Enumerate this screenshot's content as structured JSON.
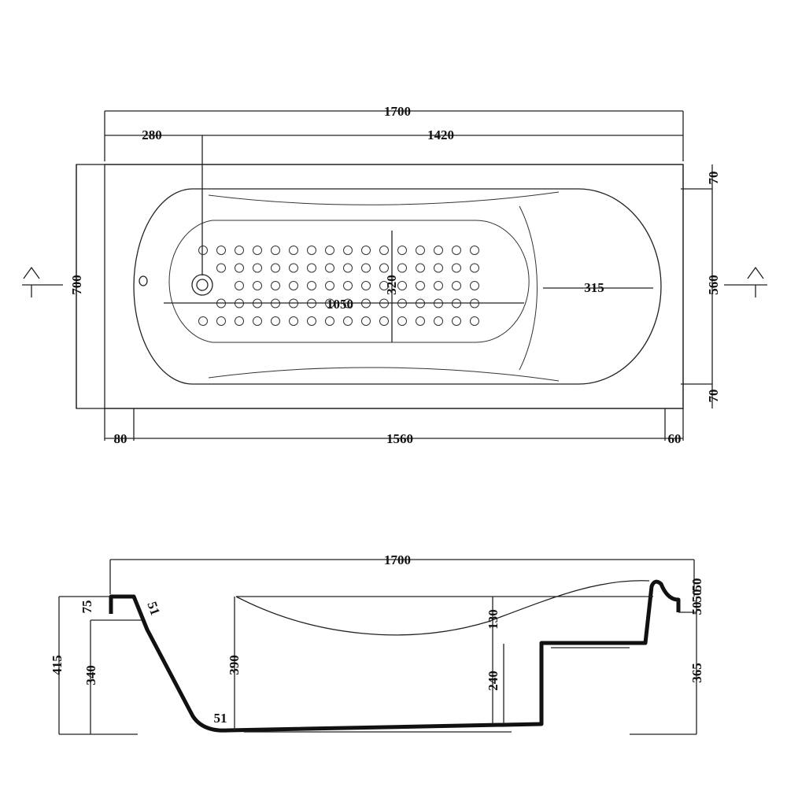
{
  "plan_view": {
    "overall_length": "1700",
    "drain_offset": "280",
    "drain_to_end": "1420",
    "overall_width": "700",
    "rim_top": "70",
    "inner_width": "560",
    "rim_bottom": "70",
    "backrest_length": "315",
    "floor_length": "1050",
    "floor_width": "320",
    "foot_left": "80",
    "foot_span": "1560",
    "foot_right": "60"
  },
  "section_view": {
    "overall_length": "1700",
    "rim_drop": "75",
    "wall_thickness": "51",
    "total_height": "415",
    "apron_height": "340",
    "depth": "390",
    "step_drop": "130",
    "step_height": "240",
    "drain_thickness": "51",
    "right_rim_top": "50",
    "right_rim_second": "50",
    "right_rim_third": "50",
    "right_height": "365"
  },
  "dots": {
    "rows": 5,
    "cols": 16
  }
}
